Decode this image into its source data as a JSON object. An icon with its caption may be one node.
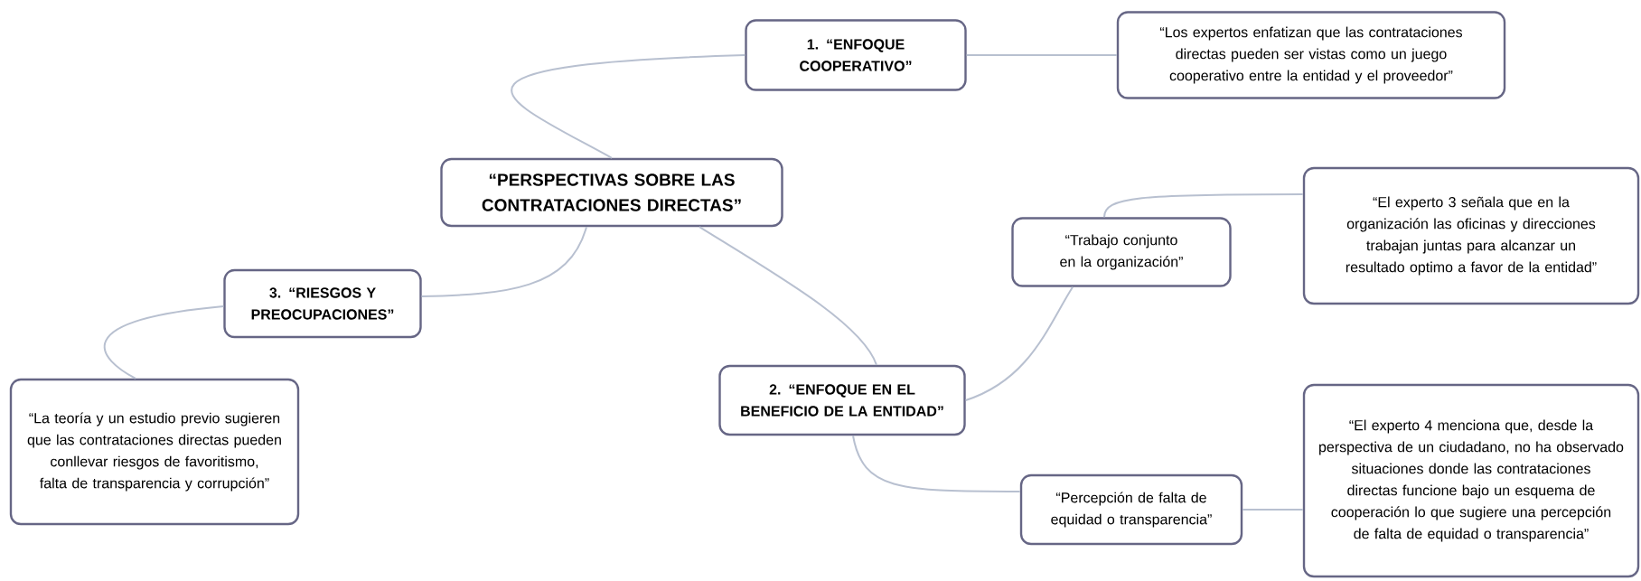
{
  "diagram": {
    "nodes": [
      {
        "text": [
          "“PERSPECTIVAS SOBRE LAS CONTRATACIONES DIRECTAS”"
        ]
      },
      {
        "text": [
          "1. “ENFOQUE COOPERATIVO”"
        ]
      },
      {
        "text": [
          "“Los expertos enfatizan que las contrataciones directas pueden ser vistas como un juego cooperativo entre la entidad y el proveedor”"
        ]
      },
      {
        "text": [
          "2. “ENFOQUE EN EL BENEFICIO DE LA ENTIDAD”"
        ]
      },
      {
        "text": [
          "“Trabajo conjunto en la organización”"
        ]
      },
      {
        "text": [
          "“El experto 3 señala que en la organización las oficinas y direcciones trabajan juntas para alcanzar un resultado optimo a favor de la entidad”"
        ]
      },
      {
        "text": [
          "“Percepción de falta de equidad o transparencia”"
        ]
      },
      {
        "text": [
          "“El experto 4 menciona que, desde la perspectiva de un ciudadano, no ha observado situaciones donde las contrataciones directas funcione bajo un esquema de cooperación lo que sugiere una percepción de falta de equidad o transparencia”"
        ]
      },
      {
        "text": [
          "3. “RIESGOS Y PREOCUPACIONES”"
        ]
      },
      {
        "text": [
          "“La teoría y un estudio previo sugieren que las contrataciones directas pueden conllevar riesgos de favoritismo, falta de transparencia y corrupción”"
        ]
      }
    ],
    "edges": [
      {
        "from": 0,
        "to": 1,
        "arrow": "none"
      },
      {
        "from": 1,
        "to": 2,
        "arrow": "none"
      },
      {
        "from": 0,
        "to": 3,
        "arrow": "none"
      },
      {
        "from": 3,
        "to": 4,
        "arrow": "none"
      },
      {
        "from": 4,
        "to": 5,
        "arrow": "none"
      },
      {
        "from": 3,
        "to": 6,
        "arrow": "none"
      },
      {
        "from": 6,
        "to": 7,
        "arrow": "none"
      },
      {
        "from": 0,
        "to": 8,
        "arrow": "none"
      },
      {
        "from": 8,
        "to": 9,
        "arrow": "none"
      }
    ]
  }
}
